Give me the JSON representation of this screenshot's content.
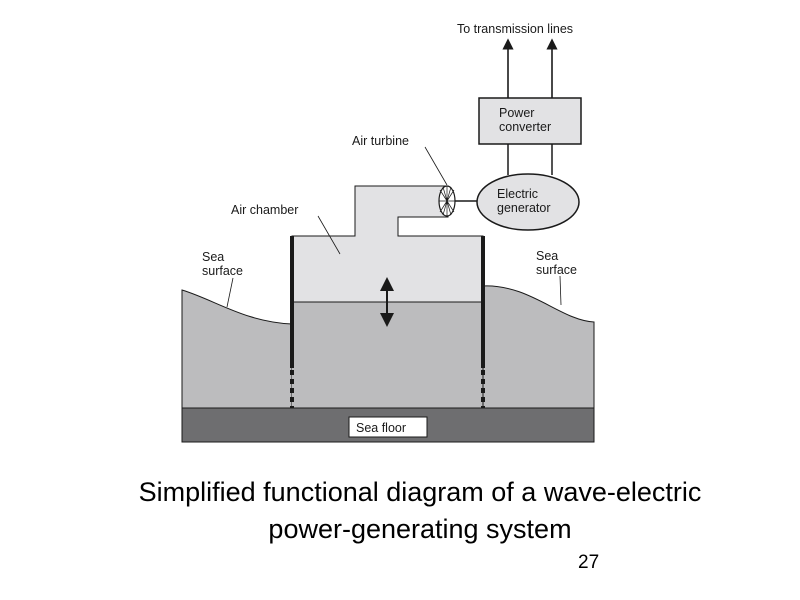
{
  "labels": {
    "transmission": "To transmission lines",
    "power_converter": [
      "Power",
      "converter"
    ],
    "air_turbine": "Air turbine",
    "electric_generator": [
      "Electric",
      "generator"
    ],
    "air_chamber": "Air chamber",
    "sea_surface_left": [
      "Sea",
      "surface"
    ],
    "sea_surface_right": [
      "Sea",
      "surface"
    ],
    "sea_floor": "Sea floor"
  },
  "caption": {
    "line1": "Simplified functional diagram of a wave-electric",
    "line2": "power-generating system"
  },
  "page_number": "27",
  "colors": {
    "water": "#bcbcbe",
    "air": "#e2e2e4",
    "sea_floor": "#6e6e70",
    "stroke": "#1a1a1a"
  }
}
